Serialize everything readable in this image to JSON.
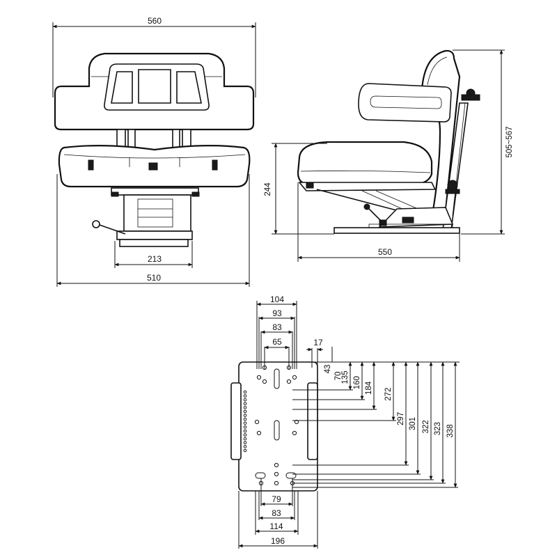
{
  "front_view": {
    "overall_width": "560",
    "base_width": "510",
    "mount_width": "213"
  },
  "side_view": {
    "seat_height": "244",
    "depth": "550",
    "backrest_height": "505~567"
  },
  "base_plate": {
    "top_dims": [
      "104",
      "93",
      "83",
      "65"
    ],
    "right_small": [
      "17",
      "43",
      "70"
    ],
    "right_vertical": [
      "135",
      "160",
      "184",
      "272",
      "297",
      "301",
      "322",
      "323",
      "338"
    ],
    "bottom_dims": [
      "79",
      "83",
      "114",
      "196"
    ]
  }
}
